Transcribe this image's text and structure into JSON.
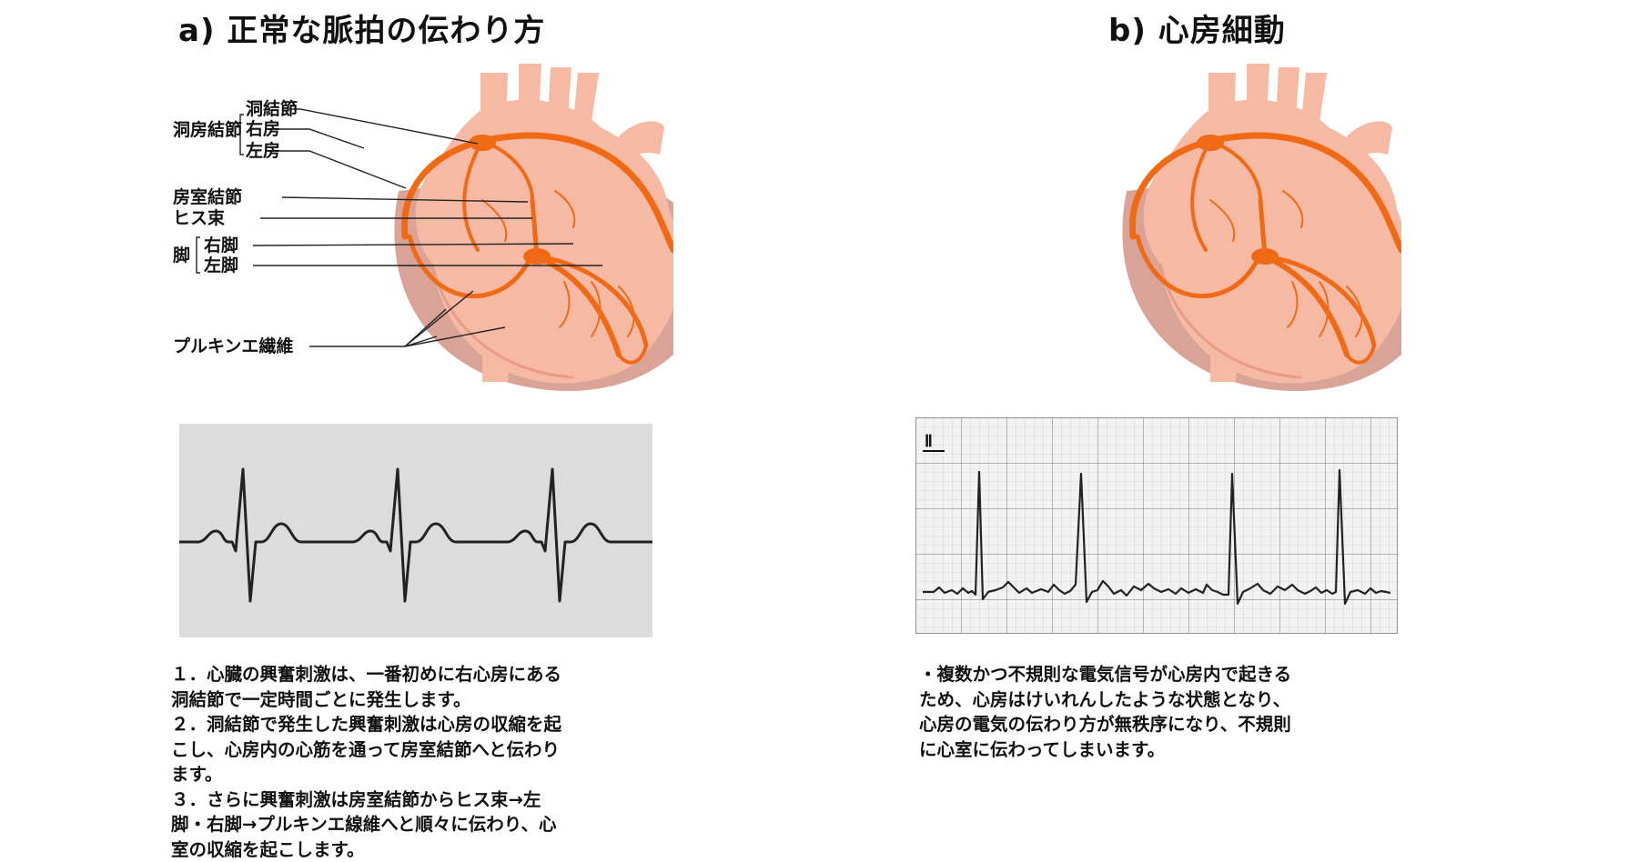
{
  "panel_a": {
    "title": "a) 正常な脈拍の伝わり方",
    "labels": {
      "sa_group": "洞房結節",
      "sa_node": "洞結節",
      "right_atrium": "右房",
      "left_atrium": "左房",
      "av_node": "房室結節",
      "his_bundle": "ヒス束",
      "leg_group": "脚",
      "right_leg": "右脚",
      "left_leg": "左脚",
      "purkinje": "プルキンエ繊維"
    },
    "notes": [
      "１．心臓の興奮刺激は、一番初めに右心房にある",
      "洞結節で一定時間ごとに発生します。",
      "２．洞結節で発生した興奮刺激は心房の収縮を起",
      "こし、心房内の心筋を通って房室結節へと伝わり",
      "ます。",
      "３．さらに興奮刺激は房室結節からヒス束→左",
      "脚・右脚→プルキンエ線維へと順々に伝わり、心",
      "室の収縮を起こします。"
    ]
  },
  "panel_b": {
    "title": "b) 心房細動",
    "ecg_lead": "Ⅱ",
    "notes": [
      "・複数かつ不規則な電気信号が心房内で起きる",
      "ため、心房はけいれんしたような状態となり、",
      "心房の電気の伝わり方が無秩序になり、不規則",
      "に心室に伝わってしまいます。"
    ]
  },
  "colors": {
    "heart_fill": "#f6b9a3",
    "heart_shadow": "#d9a397",
    "conduction": "#f06a16",
    "ecg_normal_bg": "#dcdcdc",
    "ecg_grid_bg": "#f2f2f2",
    "ecg_grid_line": "#9a9a9a",
    "ecg_trace": "#222222"
  }
}
